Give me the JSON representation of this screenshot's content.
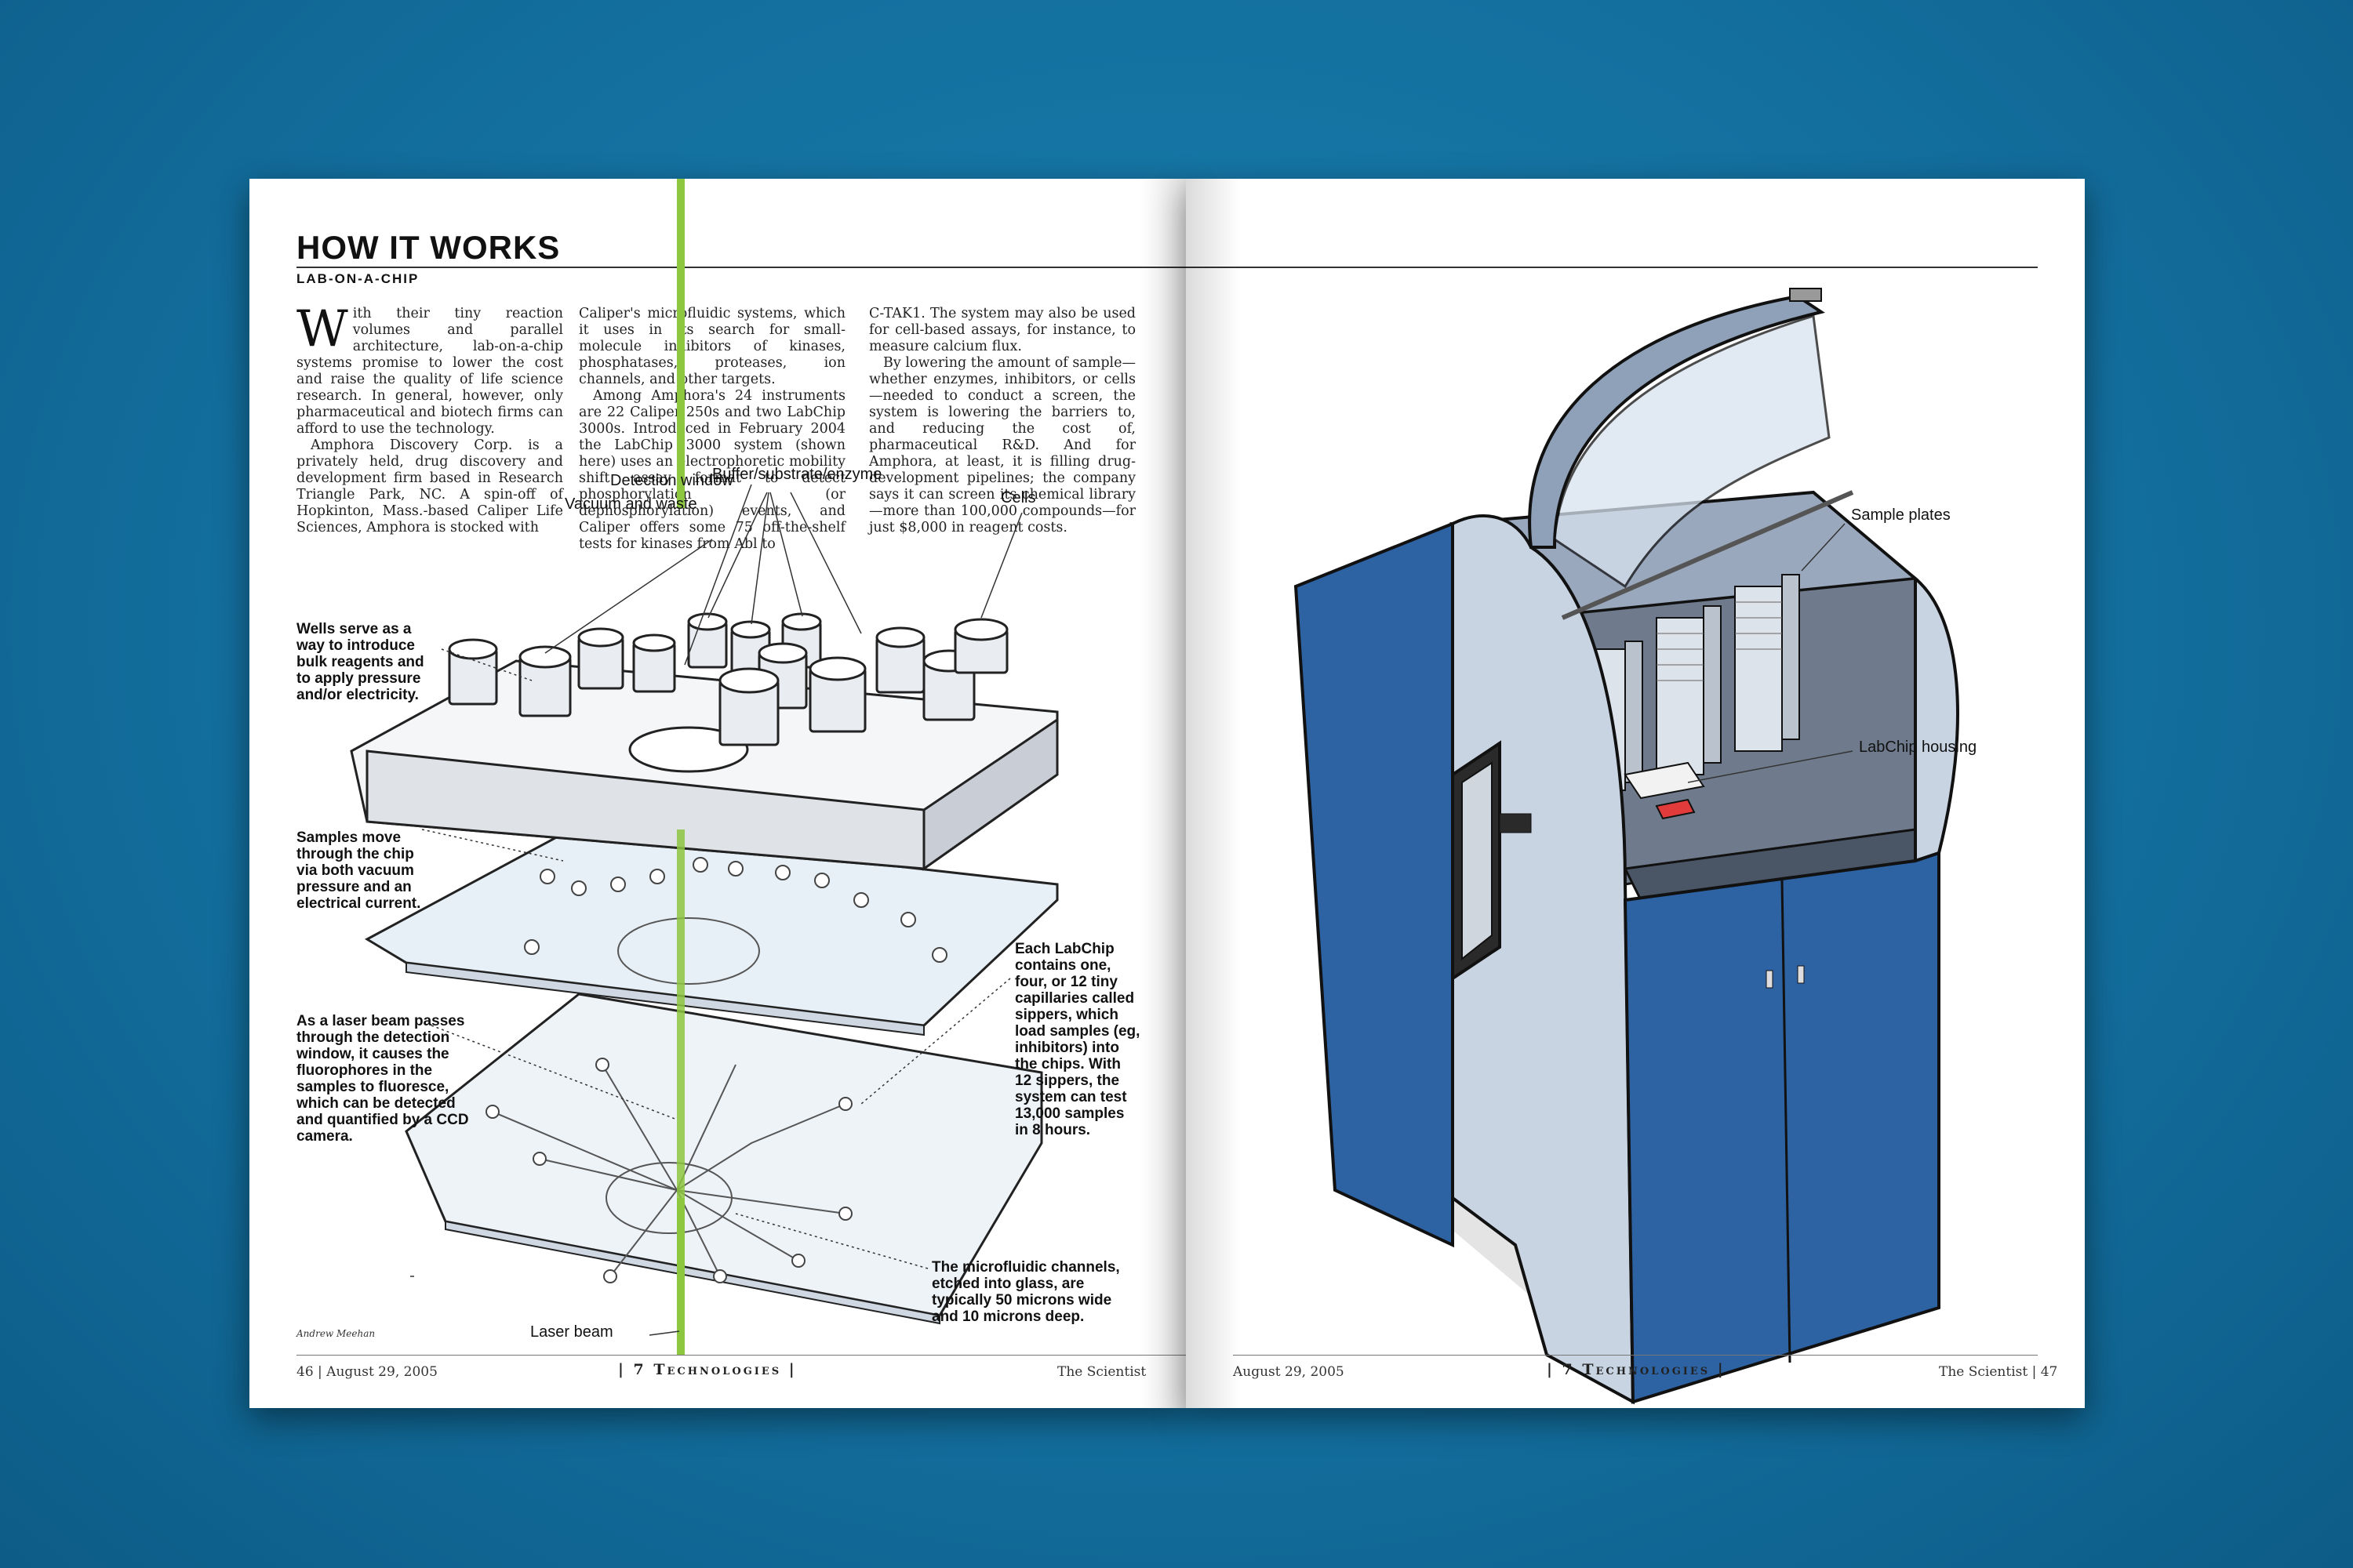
{
  "left_page": {
    "title": "HOW IT WORKS",
    "subtitle": "LAB-ON-A-CHIP",
    "dropcap": "W",
    "col1": [
      "ith their tiny reaction volumes and parallel architecture, lab-on-a-chip systems promise to lower the cost and raise the quality of life science research. In general, however, only pharmaceutical and biotech firms can afford to use the technology.",
      "Amphora Discovery Corp. is a privately held, drug discovery and development firm based in Research Triangle Park, NC. A spin-off of Hopkinton, Mass.-based Caliper Life Sciences, Amphora is stocked with"
    ],
    "col2": [
      "Caliper's microfluidic systems, which it uses in its search for small-molecule inhibitors of kinases, phosphatases, proteases, ion channels, and other targets.",
      "Among Amphora's 24 instruments are 22 Caliper 250s and two LabChip 3000s. Introduced in February 2004 the LabChip 3000 system (shown here) uses an electrophoretic mobility shift assay format to detect phosphorylation (or dephosphorylation) events, and Caliper offers some 75 off-the-shelf tests for kinases from Abl to"
    ],
    "col3": [
      "C-TAK1. The system may also be used for cell-based assays, for instance, to measure calcium flux.",
      "By lowering the amount of sample—whether enzymes, inhibitors, or cells—needed to conduct a screen, the system is lowering the barriers to, and reducing the cost of, pharmaceutical R&D. And for Amphora, at least, it is filling drug-development pipelines; the company says it can screen its chemical library—more than 100,000 compounds—for just $8,000 in reagent costs."
    ],
    "labels": {
      "detection_window": "Detection window",
      "buffer": "Buffer/substrate/enzyme",
      "vacuum": "Vacuum and waste",
      "cells": "Cells",
      "laser_beam": "Laser beam"
    },
    "notes": {
      "wells": "Wells serve as a way to introduce bulk reagents and to apply pressure and/or electricity.",
      "samples": "Samples move through the chip via both vacuum pressure and an electrical current.",
      "laser": "As a laser beam passes through the detection window, it causes the fluorophores in the samples to fluoresce, which can be detected and quantified by a CCD camera.",
      "labchip": "Each LabChip contains one, four, or 12 tiny capillaries called sippers, which load samples (eg, inhibitors) into the chips. With 12 sippers, the system can test 13,000 samples in 8 hours.",
      "channels": "The microfluidic channels, etched into glass, are typically 50 microns wide and 10 microns deep."
    },
    "credit": "Andrew Meehan",
    "footer_left": "46 | August 29, 2005",
    "footer_center": "| 7 Technologies |",
    "footer_right": "The Scientist"
  },
  "right_page": {
    "labels": {
      "sample_plates": "Sample plates",
      "labchip_housing": "LabChip housing"
    },
    "footer_left": "August 29, 2005",
    "footer_center": "| 7 Technologies |",
    "footer_right": "The Scientist | 47"
  },
  "colors": {
    "background": "#136f9e",
    "laser_green": "#8dc63f",
    "instrument_blue": "#2d62a3",
    "instrument_grey": "#c9d4e3"
  }
}
